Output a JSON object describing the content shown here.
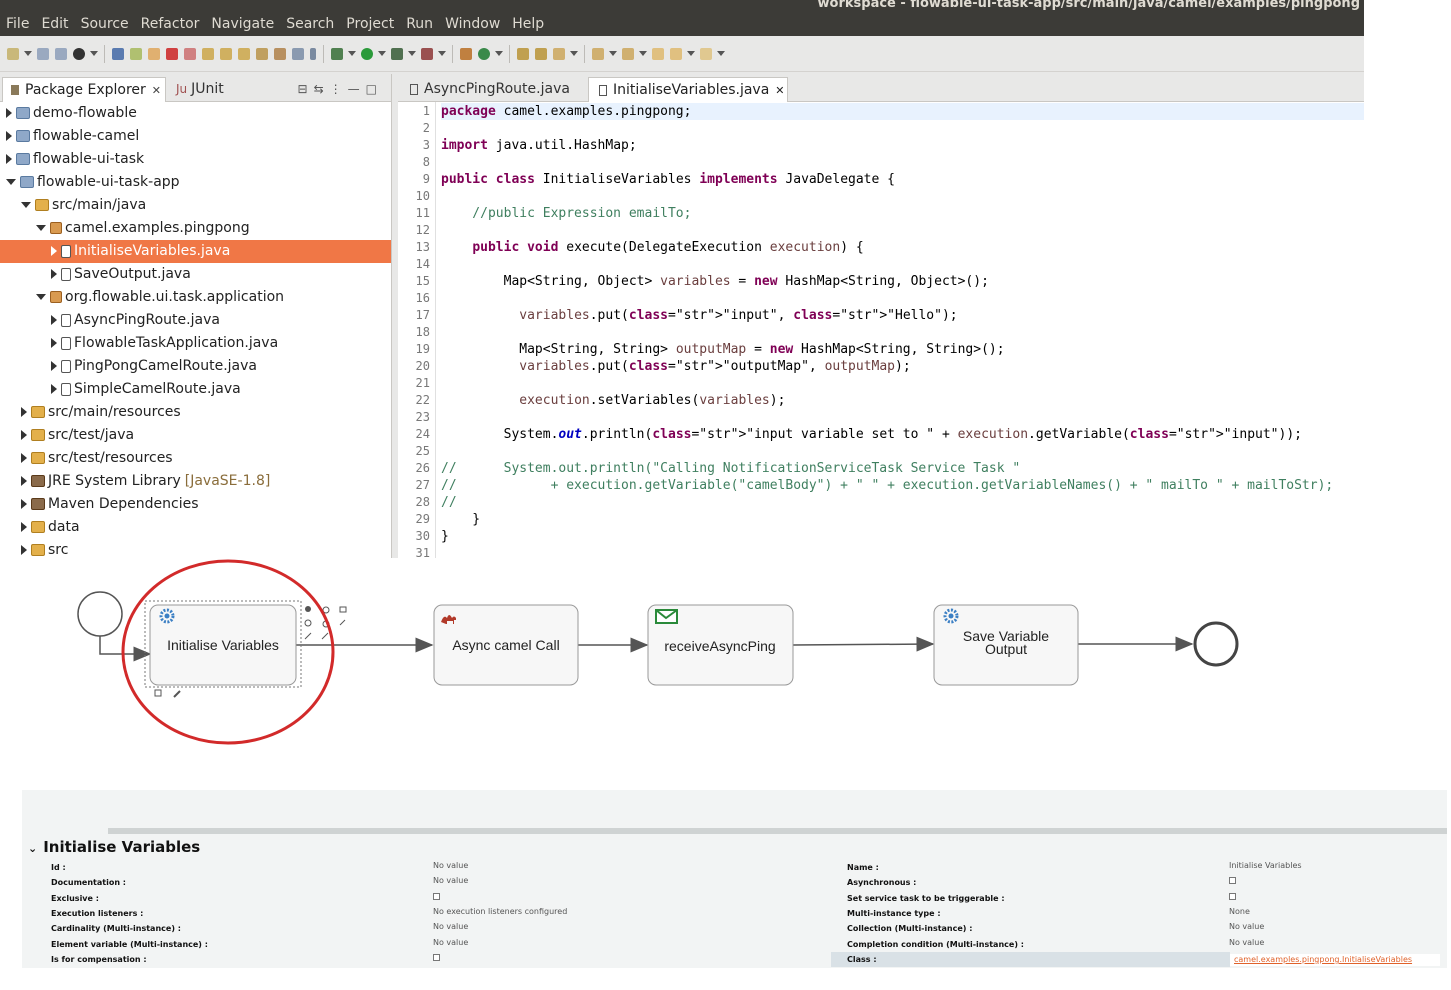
{
  "window": {
    "title": "workspace - flowable-ui-task-app/src/main/java/camel/examples/pingpong"
  },
  "menu": [
    "File",
    "Edit",
    "Source",
    "Refactor",
    "Navigate",
    "Search",
    "Project",
    "Run",
    "Window",
    "Help"
  ],
  "package_explorer": {
    "tab_label": "Package Explorer",
    "junit_tab_label": "JUnit",
    "junit_prefix": "Ju",
    "close_symbol": "✕",
    "tree": [
      {
        "label": "demo-flowable",
        "icon": "project-icon",
        "state": "closed"
      },
      {
        "label": "flowable-camel",
        "icon": "project-icon",
        "state": "closed"
      },
      {
        "label": "flowable-ui-task",
        "icon": "project-icon",
        "state": "closed"
      },
      {
        "label": "flowable-ui-task-app",
        "icon": "project-icon",
        "state": "open"
      },
      {
        "label": "src/main/java",
        "icon": "source-folder-icon",
        "state": "open"
      },
      {
        "label": "camel.examples.pingpong",
        "icon": "package-icon",
        "state": "open"
      },
      {
        "label": "InitialiseVariables.java",
        "icon": "java-file-icon",
        "state": "closed",
        "selected": true
      },
      {
        "label": "SaveOutput.java",
        "icon": "java-file-icon",
        "state": "closed"
      },
      {
        "label": "org.flowable.ui.task.application",
        "icon": "package-icon",
        "state": "open"
      },
      {
        "label": "AsyncPingRoute.java",
        "icon": "java-file-icon",
        "state": "closed"
      },
      {
        "label": "FlowableTaskApplication.java",
        "icon": "java-file-icon",
        "state": "closed"
      },
      {
        "label": "PingPongCamelRoute.java",
        "icon": "java-file-icon",
        "state": "closed"
      },
      {
        "label": "SimpleCamelRoute.java",
        "icon": "java-file-icon",
        "state": "closed"
      },
      {
        "label": "src/main/resources",
        "icon": "source-folder-icon",
        "state": "closed"
      },
      {
        "label": "src/test/java",
        "icon": "source-folder-icon",
        "state": "closed"
      },
      {
        "label": "src/test/resources",
        "icon": "source-folder-icon",
        "state": "closed"
      },
      {
        "label": "JRE System Library",
        "suffix": "[JavaSE-1.8]",
        "icon": "library-icon",
        "state": "closed"
      },
      {
        "label": "Maven Dependencies",
        "icon": "library-icon",
        "state": "closed"
      },
      {
        "label": "data",
        "icon": "folder-icon",
        "state": "closed"
      },
      {
        "label": "src",
        "icon": "folder-icon",
        "state": "closed"
      }
    ]
  },
  "editor": {
    "tabs": [
      {
        "label": "AsyncPingRoute.java",
        "active": false
      },
      {
        "label": "InitialiseVariables.java",
        "active": true
      }
    ],
    "lines": [
      {
        "n": "1",
        "t": "package camel.examples.pingpong;"
      },
      {
        "n": "2",
        "t": ""
      },
      {
        "n": "3",
        "t": "import java.util.HashMap;"
      },
      {
        "n": "8",
        "t": ""
      },
      {
        "n": "9",
        "t": "public class InitialiseVariables implements JavaDelegate {"
      },
      {
        "n": "10",
        "t": ""
      },
      {
        "n": "11",
        "t": "    //public Expression emailTo;"
      },
      {
        "n": "12",
        "t": ""
      },
      {
        "n": "13",
        "t": "    public void execute(DelegateExecution execution) {"
      },
      {
        "n": "14",
        "t": ""
      },
      {
        "n": "15",
        "t": "        Map<String, Object> variables = new HashMap<String, Object>();"
      },
      {
        "n": "16",
        "t": ""
      },
      {
        "n": "17",
        "t": "          variables.put(\"input\", \"Hello\");"
      },
      {
        "n": "18",
        "t": ""
      },
      {
        "n": "19",
        "t": "          Map<String, String> outputMap = new HashMap<String, String>();"
      },
      {
        "n": "20",
        "t": "          variables.put(\"outputMap\", outputMap);"
      },
      {
        "n": "21",
        "t": ""
      },
      {
        "n": "22",
        "t": "          execution.setVariables(variables);"
      },
      {
        "n": "23",
        "t": ""
      },
      {
        "n": "24",
        "t": "        System.out.println(\"input variable set to \" + execution.getVariable(\"input\"));"
      },
      {
        "n": "25",
        "t": ""
      },
      {
        "n": "26",
        "t": "//      System.out.println(\"Calling NotificationServiceTask Service Task \""
      },
      {
        "n": "27",
        "t": "//            + execution.getVariable(\"camelBody\") + \" \" + execution.getVariableNames() + \" mailTo \" + mailToStr);"
      },
      {
        "n": "28",
        "t": "//"
      },
      {
        "n": "29",
        "t": "    }"
      },
      {
        "n": "30",
        "t": "}"
      },
      {
        "n": "31",
        "t": ""
      }
    ]
  },
  "diagram": {
    "tasks": [
      {
        "label": "Initialise Variables",
        "icon": "gear-icon"
      },
      {
        "label": "Async camel Call",
        "icon": "camel-icon"
      },
      {
        "label": "receiveAsyncPing",
        "icon": "envelope-icon"
      },
      {
        "label": "Save Variable Output",
        "icon": "gear-icon"
      }
    ]
  },
  "properties": {
    "title": "Initialise Variables",
    "left": [
      {
        "label": "Id :",
        "value": "No value"
      },
      {
        "label": "Documentation :",
        "value": "No value"
      },
      {
        "label": "Exclusive :",
        "value": "",
        "checkbox": true
      },
      {
        "label": "Execution listeners :",
        "value": "No execution listeners configured"
      },
      {
        "label": "Cardinality (Multi-instance) :",
        "value": "No value"
      },
      {
        "label": "Element variable (Multi-instance) :",
        "value": "No value"
      },
      {
        "label": "Is for compensation :",
        "value": "",
        "checkbox": true
      }
    ],
    "right": [
      {
        "label": "Name :",
        "value": "Initialise Variables"
      },
      {
        "label": "Asynchronous :",
        "value": "",
        "checkbox": true
      },
      {
        "label": "Set service task to be triggerable :",
        "value": "",
        "checkbox": true
      },
      {
        "label": "Multi-instance type :",
        "value": "None"
      },
      {
        "label": "Collection (Multi-instance) :",
        "value": "No value"
      },
      {
        "label": "Completion condition (Multi-instance) :",
        "value": "No value"
      },
      {
        "label": "Class :",
        "value": "camel.examples.pingpong.InitialiseVariables"
      }
    ]
  },
  "colors": {
    "selection": "#f07746",
    "annotation_circle": "#d22a2a"
  }
}
